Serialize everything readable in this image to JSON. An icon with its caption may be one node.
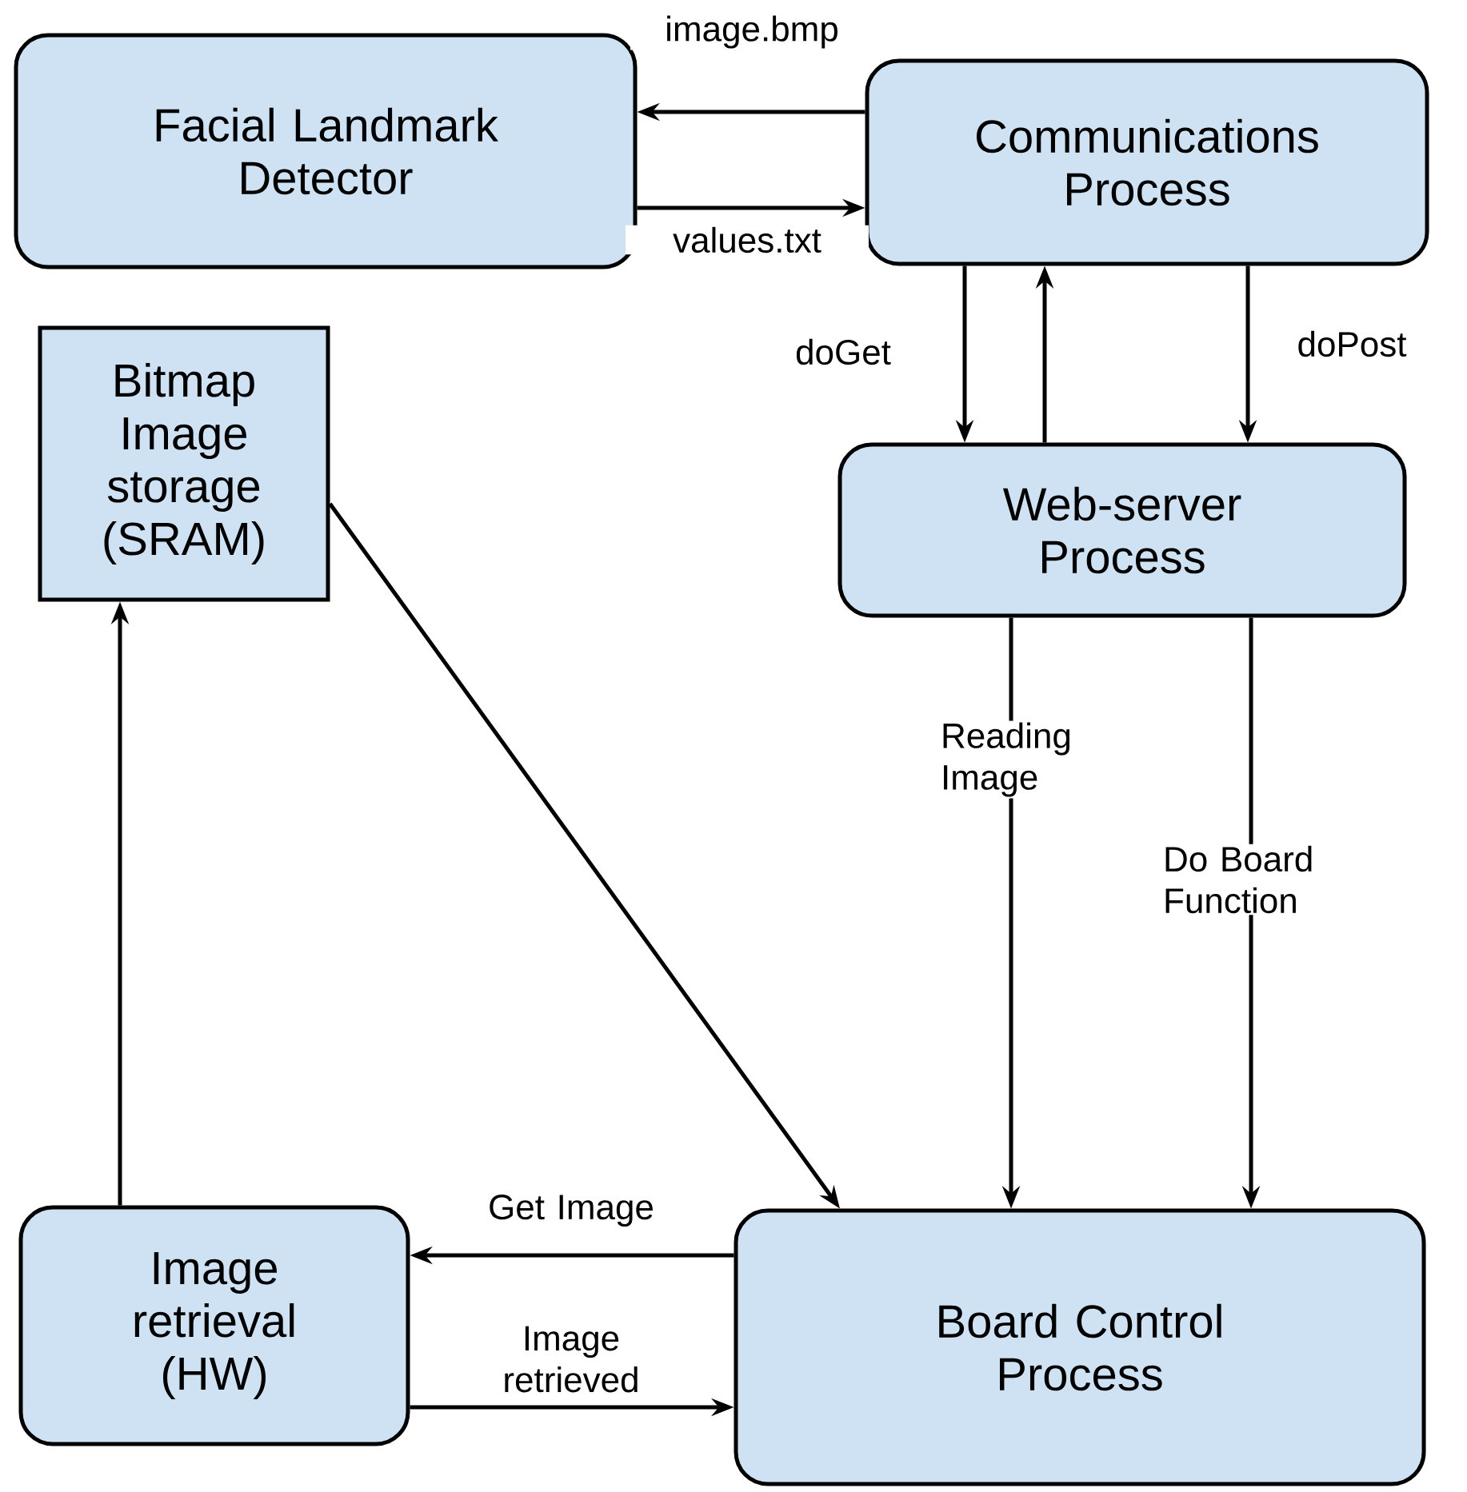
{
  "diagram": {
    "nodes": [
      {
        "text": [
          "Facial Landmark Detector"
        ]
      },
      {
        "text": [
          "Communications Process"
        ]
      },
      {
        "text": [
          "Web-server Process"
        ]
      },
      {
        "text": [
          "Bitmap Image storage (SRAM)"
        ]
      },
      {
        "text": [
          "Image retrieval (HW)"
        ]
      },
      {
        "text": [
          "Board Control Process"
        ]
      }
    ],
    "edges": [
      {
        "from": 1,
        "to": 0,
        "arrow": "to",
        "label": "image.bmp"
      },
      {
        "from": 0,
        "to": 1,
        "arrow": "to",
        "label": "values.txt"
      },
      {
        "from": 1,
        "to": 2,
        "arrow": "to",
        "label": "doGet"
      },
      {
        "from": 2,
        "to": 1,
        "arrow": "to"
      },
      {
        "from": 1,
        "to": 2,
        "arrow": "to",
        "label": "doPost"
      },
      {
        "from": 2,
        "to": 5,
        "arrow": "to",
        "label": "Reading Image"
      },
      {
        "from": 2,
        "to": 5,
        "arrow": "to",
        "label": "Do Board Function"
      },
      {
        "from": 3,
        "to": 5,
        "arrow": "to"
      },
      {
        "from": 5,
        "to": 4,
        "arrow": "to",
        "label": "Get Image"
      },
      {
        "from": 4,
        "to": 5,
        "arrow": "to",
        "label": "Image retrieved"
      },
      {
        "from": 4,
        "to": 3,
        "arrow": "to"
      }
    ]
  }
}
